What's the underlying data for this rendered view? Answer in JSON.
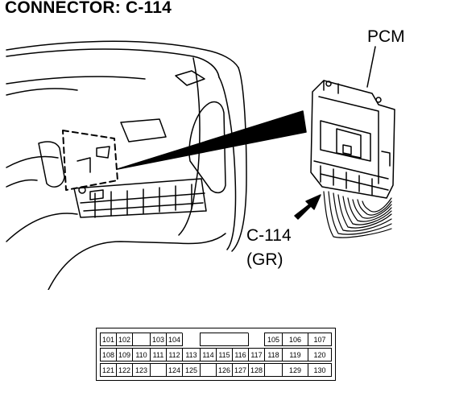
{
  "title": "CONNECTOR: C-114",
  "labels": {
    "module": "PCM",
    "connector": "C-114",
    "wire_color": "(GR)"
  },
  "pinout": {
    "rows": [
      [
        "101",
        "102",
        "",
        "103",
        "104",
        "",
        "",
        "",
        "",
        "",
        "105",
        "106",
        "107"
      ],
      [
        "108",
        "109",
        "110",
        "111",
        "112",
        "113",
        "114",
        "115",
        "116",
        "117",
        "118",
        "119",
        "120"
      ],
      [
        "121",
        "122",
        "123",
        "",
        "124",
        "125",
        "",
        "126",
        "127",
        "128",
        "",
        "129",
        "130"
      ]
    ]
  }
}
